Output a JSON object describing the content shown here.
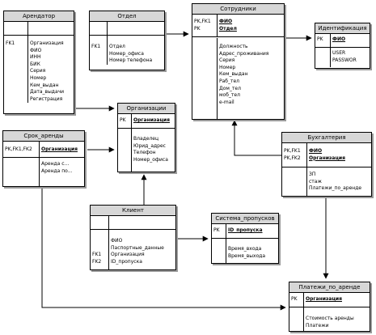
{
  "entities": {
    "arendator": {
      "title": "Арендатор",
      "pk": [],
      "attrs": [
        {
          "key": "FK1",
          "name": "Организация"
        },
        {
          "key": "",
          "name": "ФИО"
        },
        {
          "key": "",
          "name": "ИНН"
        },
        {
          "key": "",
          "name": "БИК"
        },
        {
          "key": "",
          "name": "Серия"
        },
        {
          "key": "",
          "name": "Номер"
        },
        {
          "key": "",
          "name": "Кем_выдан"
        },
        {
          "key": "",
          "name": "Дата_выдачи"
        },
        {
          "key": "",
          "name": "Регистрация"
        }
      ]
    },
    "otdel": {
      "title": "Отдел",
      "pk": [],
      "attrs": [
        {
          "key": "FK1",
          "name": "Отдел"
        },
        {
          "key": "",
          "name": "Номер_офиса"
        },
        {
          "key": "",
          "name": "Номер телефона"
        }
      ]
    },
    "sotrudniki": {
      "title": "Сотрудники",
      "pk": [
        {
          "key": "PK,FK1",
          "name": "ФИО"
        },
        {
          "key": "PK",
          "name": "Отдел"
        }
      ],
      "attrs": [
        {
          "key": "",
          "name": "Должность"
        },
        {
          "key": "",
          "name": "Адрес_проживания"
        },
        {
          "key": "",
          "name": "Серия"
        },
        {
          "key": "",
          "name": "Номер"
        },
        {
          "key": "",
          "name": "Кем_выдан"
        },
        {
          "key": "",
          "name": "Раб_тел"
        },
        {
          "key": "",
          "name": "Дом_тел"
        },
        {
          "key": "",
          "name": "моб_тел"
        },
        {
          "key": "",
          "name": "e-mail"
        }
      ]
    },
    "identifikaciya": {
      "title": "Идентификация",
      "pk": [
        {
          "key": "PK",
          "name": "ФИО"
        }
      ],
      "attrs": [
        {
          "key": "",
          "name": "USER"
        },
        {
          "key": "",
          "name": "PASSWOR"
        }
      ]
    },
    "organizacii": {
      "title": "Организации",
      "pk": [
        {
          "key": "PK",
          "name": "Организация"
        }
      ],
      "attrs": [
        {
          "key": "",
          "name": "Владелец"
        },
        {
          "key": "",
          "name": "Юрид_адрес"
        },
        {
          "key": "",
          "name": "Телефон"
        },
        {
          "key": "",
          "name": "Номер_офиса"
        }
      ]
    },
    "srok_arendy": {
      "title": "Срок_аренды",
      "pk": [
        {
          "key": "PK,FK1,FK2",
          "name": "Организация"
        }
      ],
      "attrs": [
        {
          "key": "",
          "name": "Аренда с..."
        },
        {
          "key": "",
          "name": "Аренда по..."
        }
      ]
    },
    "buhgalteriya": {
      "title": "Бухгалтерия",
      "pk": [
        {
          "key": "PK,FK1",
          "name": "ФИО"
        },
        {
          "key": "PK,FK2",
          "name": "Организация"
        }
      ],
      "attrs": [
        {
          "key": "",
          "name": "ЗП"
        },
        {
          "key": "",
          "name": "стаж"
        },
        {
          "key": "",
          "name": "Платежи_по_аренде"
        }
      ]
    },
    "klient": {
      "title": "Клиент",
      "pk": [],
      "attrs": [
        {
          "key": "",
          "name": "ФИО"
        },
        {
          "key": "",
          "name": "Паспортные_данные"
        },
        {
          "key": "FK1",
          "name": "Организация"
        },
        {
          "key": "FK2",
          "name": "ID_пропуска"
        }
      ]
    },
    "sistema_propuskov": {
      "title": "Система_пропусков",
      "pk": [
        {
          "key": "PK",
          "name": "ID_пропуска"
        }
      ],
      "attrs": [
        {
          "key": "",
          "name": "Время_входа"
        },
        {
          "key": "",
          "name": "Время_выхода"
        }
      ]
    },
    "platezhi": {
      "title": "Платежи_по_аренде",
      "pk": [
        {
          "key": "PK",
          "name": "Организация"
        }
      ],
      "attrs": [
        {
          "key": "",
          "name": "Стоимость аренды"
        },
        {
          "key": "",
          "name": "Платежи"
        }
      ]
    }
  },
  "relationships": [
    {
      "from": "arendator",
      "to": "organizacii"
    },
    {
      "from": "otdel",
      "to": "sotrudniki"
    },
    {
      "from": "sotrudniki",
      "to": "identifikaciya"
    },
    {
      "from": "srok_arendy",
      "to": "organizacii"
    },
    {
      "from": "srok_arendy",
      "to": "platezhi"
    },
    {
      "from": "klient",
      "to": "organizacii"
    },
    {
      "from": "klient",
      "to": "sistema_propuskov"
    },
    {
      "from": "buhgalteriya",
      "to": "sotrudniki"
    },
    {
      "from": "buhgalteriya",
      "to": "platezhi"
    }
  ]
}
